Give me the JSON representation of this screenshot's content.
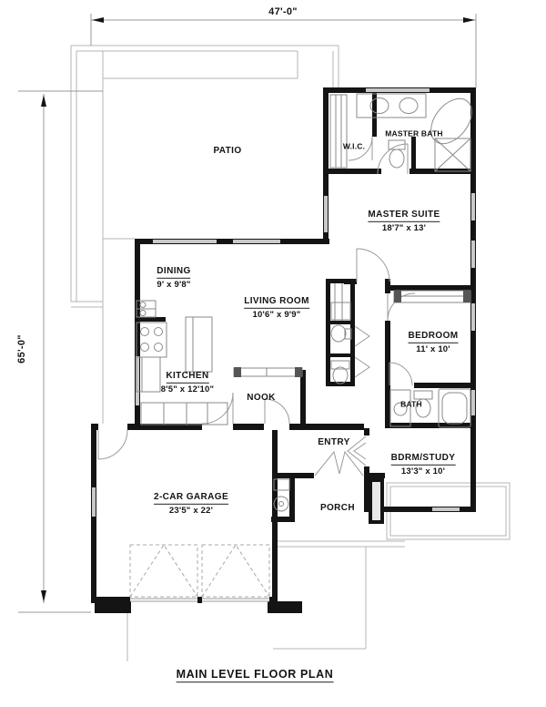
{
  "drawing_title": "MAIN LEVEL FLOOR PLAN",
  "dimensions": {
    "width": "47'-0\"",
    "height": "65'-0\""
  },
  "rooms": {
    "patio": {
      "name": "PATIO"
    },
    "wic": {
      "name": "W.I.C."
    },
    "master_bath": {
      "name": "MASTER BATH"
    },
    "master_suite": {
      "name": "MASTER SUITE",
      "size": "18'7\" x 13'"
    },
    "dining": {
      "name": "DINING",
      "size": "9' x 9'8\""
    },
    "living": {
      "name": "LIVING ROOM",
      "size": "10'6\" x 9'9\""
    },
    "kitchen": {
      "name": "KITCHEN",
      "size": "8'5\" x 12'10\""
    },
    "nook": {
      "name": "NOOK"
    },
    "bedroom": {
      "name": "BEDROOM",
      "size": "11' x 10'"
    },
    "bath": {
      "name": "BATH"
    },
    "entry": {
      "name": "ENTRY"
    },
    "bdrm_study": {
      "name": "BDRM/STUDY",
      "size": "13'3\" x 10'"
    },
    "garage": {
      "name": "2-CAR GARAGE",
      "size": "23'5\" x 22'"
    },
    "porch": {
      "name": "PORCH"
    }
  },
  "colors": {
    "wall": "#141414",
    "thin_line": "#b4b4b4",
    "window": "#c9c9c9",
    "fixture": "#8a8a8a"
  }
}
